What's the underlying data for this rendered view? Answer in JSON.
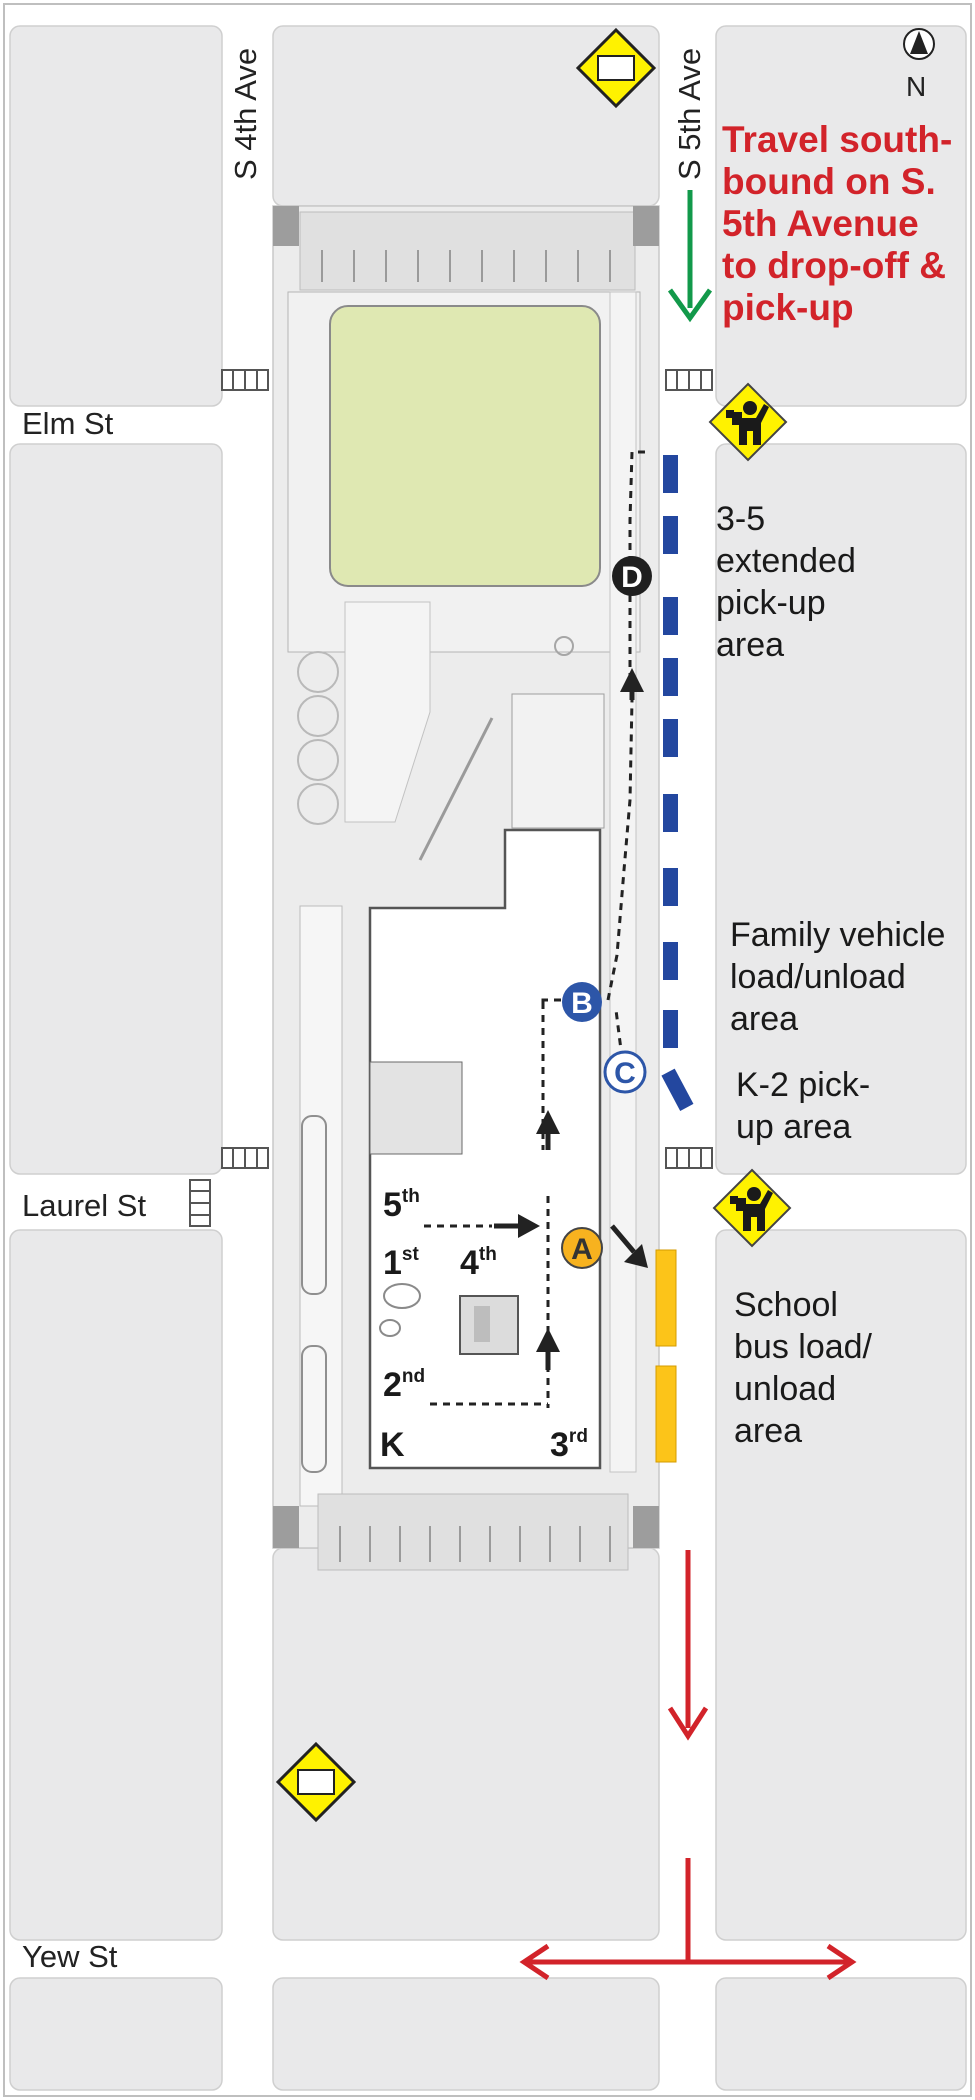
{
  "north": {
    "label": "N"
  },
  "streets": {
    "s4th": "S 4th Ave",
    "s5th": "S 5th Ave",
    "elm": "Elm St",
    "laurel": "Laurel St",
    "yew": "Yew St"
  },
  "travel_note": [
    "Travel south-",
    "bound on S.",
    "5th Avenue",
    "to drop-off &",
    "pick-up"
  ],
  "areas": {
    "extended": [
      "3-5",
      "extended",
      "pick-up",
      "area"
    ],
    "family": [
      "Family vehicle",
      "load/unload",
      "area"
    ],
    "k2": [
      "K-2 pick-",
      "up area"
    ],
    "bus": [
      "School",
      "bus load/",
      "unload",
      "area"
    ]
  },
  "markers": {
    "a": "A",
    "b": "B",
    "c": "C",
    "d": "D"
  },
  "grades": {
    "g5": {
      "num": "5",
      "sup": "th"
    },
    "g1": {
      "num": "1",
      "sup": "st"
    },
    "g4": {
      "num": "4",
      "sup": "th"
    },
    "g2": {
      "num": "2",
      "sup": "nd"
    },
    "gk": {
      "num": "K",
      "sup": ""
    },
    "g3": {
      "num": "3",
      "sup": "rd"
    }
  },
  "colors": {
    "block": "#e9e9ea",
    "field": "#dfe8b2",
    "travel_red": "#d2232a",
    "green_arrow": "#12994a",
    "blue_zone": "#23479f",
    "bus_zone": "#fcc419",
    "sign_yellow": "#fff200",
    "marker_a": "#f7b21f",
    "marker_b": "#2d56a8",
    "marker_d": "#1f1f1f"
  },
  "icons": [
    "north-arrow-icon",
    "crossing-guard-icon",
    "school-zone-sign-icon"
  ]
}
